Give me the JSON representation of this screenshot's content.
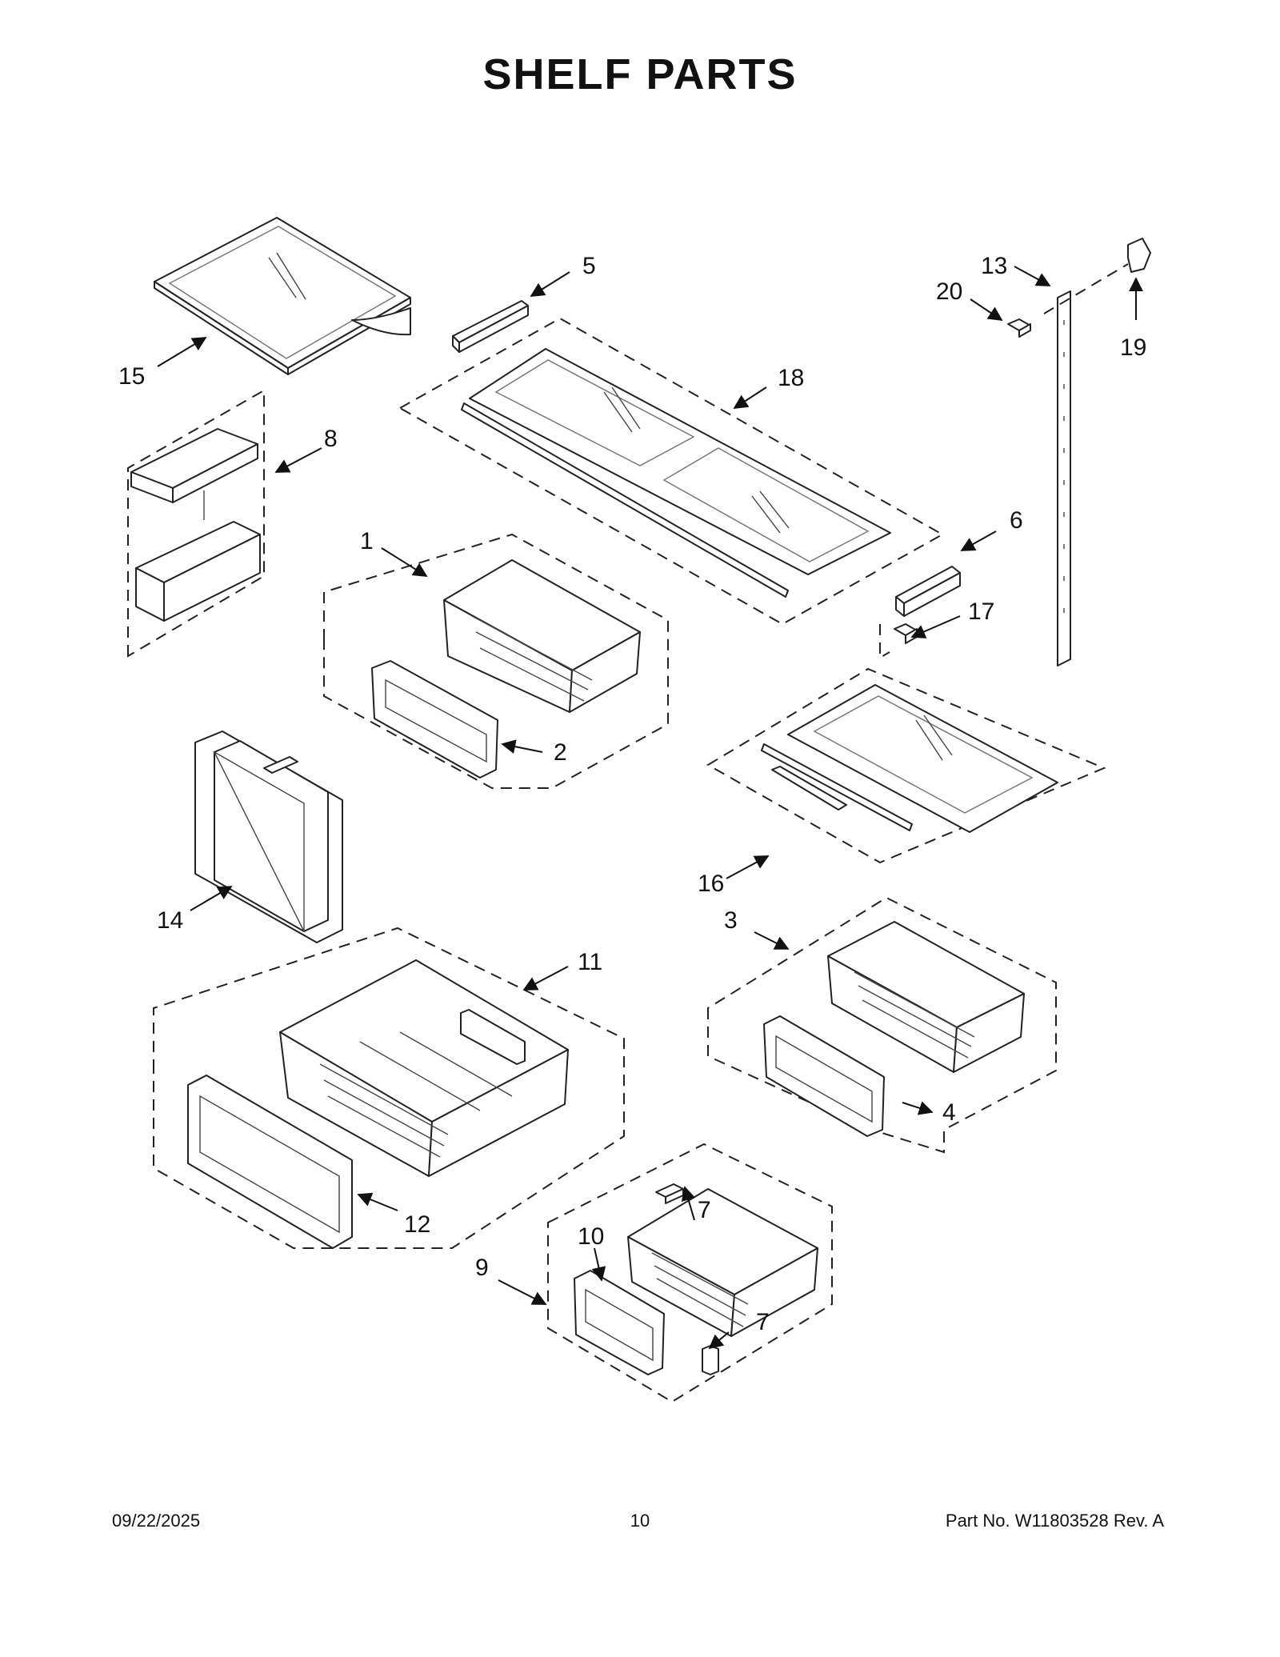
{
  "title": "SHELF PARTS",
  "footer": {
    "date": "09/22/2025",
    "page_number": "10",
    "part_number": "Part No.  W11803528  Rev.  A"
  },
  "callouts": {
    "c1": "1",
    "c2": "2",
    "c3": "3",
    "c4": "4",
    "c5": "5",
    "c6": "6",
    "c7a": "7",
    "c7b": "7",
    "c8": "8",
    "c9": "9",
    "c10": "10",
    "c11": "11",
    "c12": "12",
    "c13": "13",
    "c14": "14",
    "c15": "15",
    "c16": "16",
    "c17": "17",
    "c18": "18",
    "c19": "19",
    "c20": "20"
  }
}
